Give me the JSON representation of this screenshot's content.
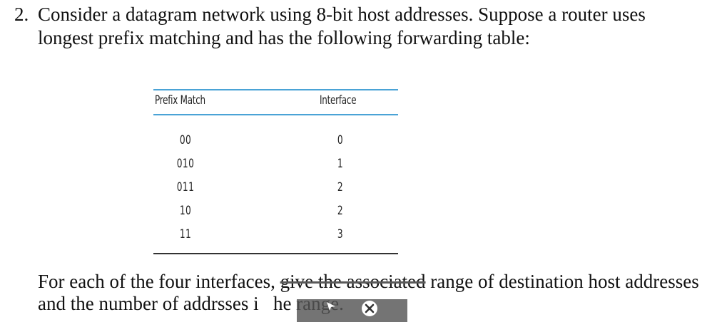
{
  "question": {
    "number": "2.",
    "text": "Consider a datagram network using 8-bit host addresses. Suppose a router uses longest prefix matching and has the following forwarding table:"
  },
  "table": {
    "headers": {
      "prefix": "Prefix Match",
      "interface": "Interface"
    },
    "rows": [
      {
        "prefix": "00",
        "interface": "0"
      },
      {
        "prefix": "010",
        "interface": "1"
      },
      {
        "prefix": "011",
        "interface": "2"
      },
      {
        "prefix": "10",
        "interface": "2"
      },
      {
        "prefix": "11",
        "interface": "3"
      }
    ]
  },
  "followup": {
    "part1": "For each of the four interfaces, ",
    "part2": "give the associated",
    "part3": " range of destination host addresses and the number of addr",
    "part4": "sses i",
    "part5": "he",
    "part6": " range."
  },
  "overlay": {
    "close_icon": "close-icon",
    "left_icon": "arrow-mark-icon"
  }
}
